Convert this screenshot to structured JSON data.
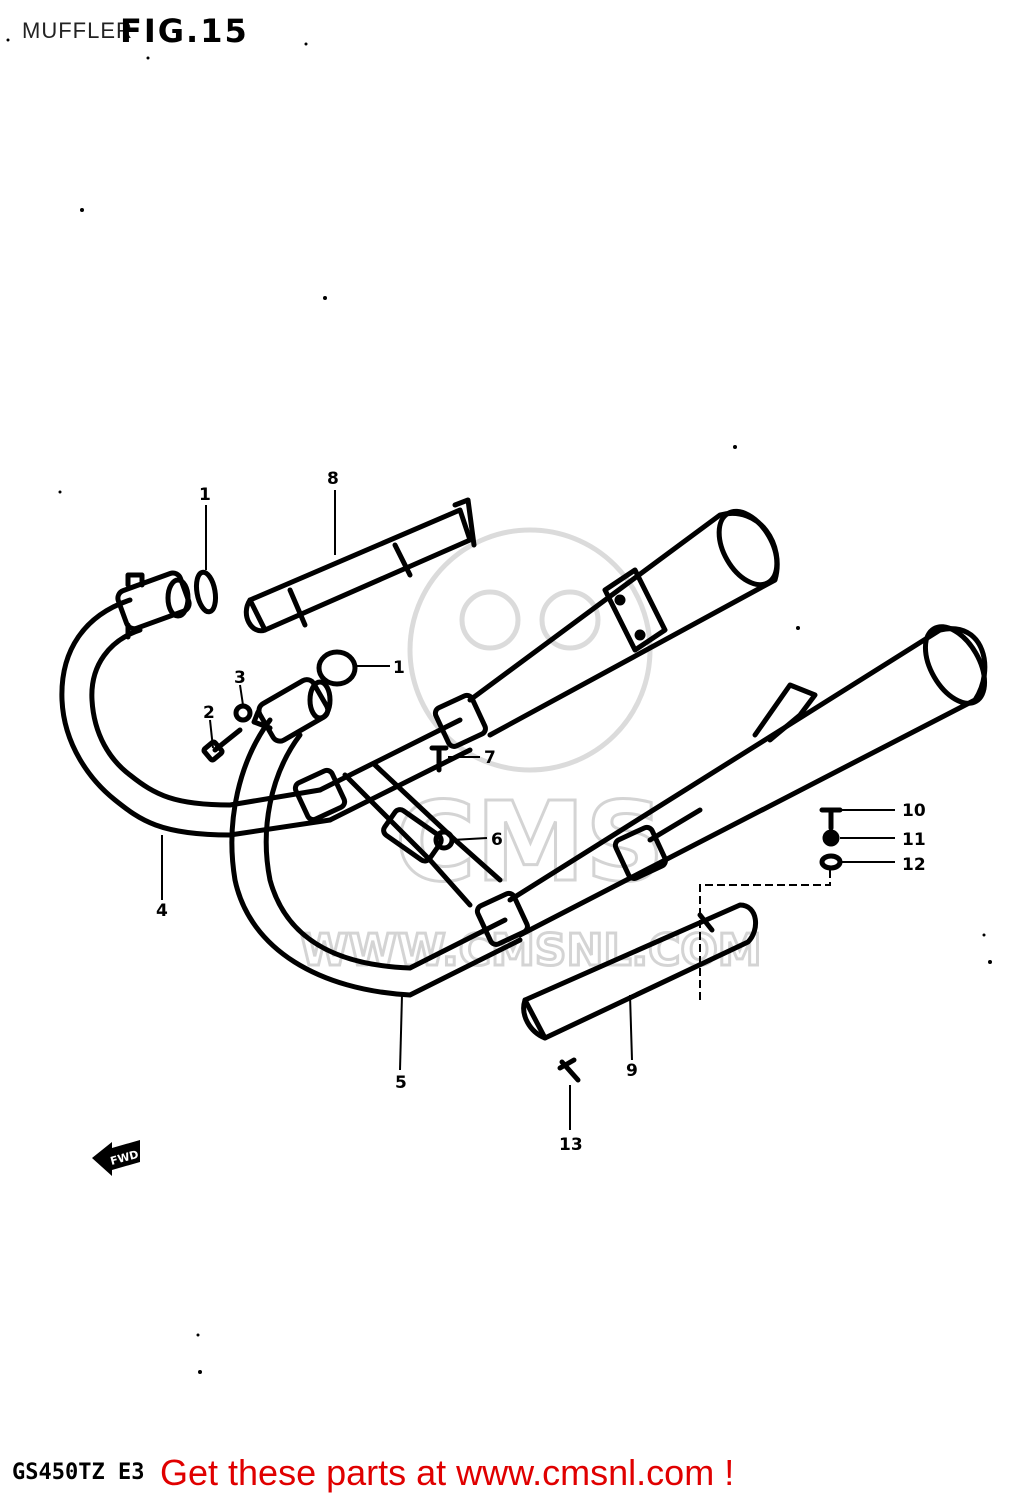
{
  "header": {
    "title": "MUFFLER",
    "fig_label": "FIG.15"
  },
  "watermark": {
    "brand": "CMS",
    "url": "WWW.CMSNL.COM"
  },
  "callouts": [
    {
      "id": "c1a",
      "label": "1"
    },
    {
      "id": "c1b",
      "label": "1"
    },
    {
      "id": "c2",
      "label": "2"
    },
    {
      "id": "c3",
      "label": "3"
    },
    {
      "id": "c4",
      "label": "4"
    },
    {
      "id": "c5",
      "label": "5"
    },
    {
      "id": "c6",
      "label": "6"
    },
    {
      "id": "c7",
      "label": "7"
    },
    {
      "id": "c8",
      "label": "8"
    },
    {
      "id": "c9",
      "label": "9"
    },
    {
      "id": "c10",
      "label": "10"
    },
    {
      "id": "c11",
      "label": "11"
    },
    {
      "id": "c12",
      "label": "12"
    },
    {
      "id": "c13",
      "label": "13"
    }
  ],
  "direction_arrow": {
    "label": "FWD"
  },
  "footer": {
    "model_code": "GS450TZ E3",
    "promo_text": "Get these parts at www.cmsnl.com !",
    "promo_color": "#e00000"
  }
}
